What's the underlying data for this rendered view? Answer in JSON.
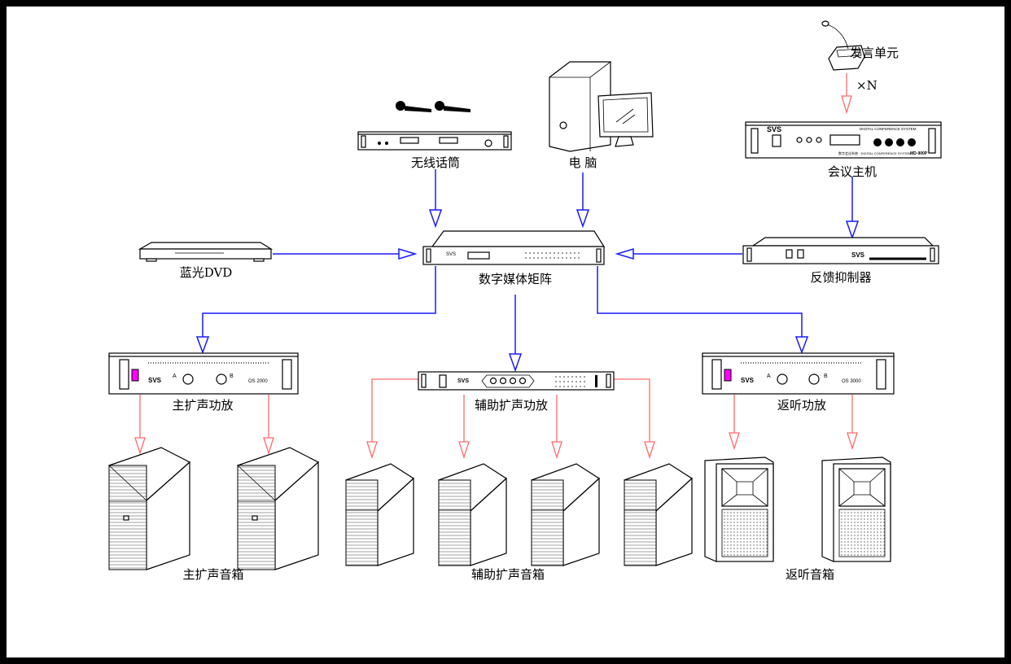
{
  "labels": {
    "speaker_unit": "发言单元",
    "multiplier": "×N",
    "wireless_mic": "无线话筒",
    "computer": "电 脑",
    "conference_host": "会议主机",
    "bluray_dvd": "蓝光DVD",
    "matrix": "数字媒体矩阵",
    "feedback_suppressor": "反馈抑制器",
    "main_amp": "主扩声功放",
    "aux_amp": "辅助扩声功放",
    "monitor_amp": "返听功放",
    "main_speakers": "主扩声音箱",
    "aux_speakers": "辅助扩声音箱",
    "monitor_speakers": "返听音箱"
  },
  "device_marks": {
    "brand": "SVS",
    "host_title": "DIGITAL CONFERENCE SYSTEM",
    "host_subtitle": "数字会议系统 · DIGITAL CONFERENCE SYSTEM",
    "host_model": "MD-900P",
    "amp_channel_a": "A",
    "amp_channel_b": "B",
    "main_amp_model": "OS 2000",
    "monitor_amp_model": "OS 3000"
  },
  "colors": {
    "signal_line": "#1a1aff",
    "speaker_line": "#ff6a6a",
    "frame": "#000000",
    "amp_indicator": "#ff00ff"
  }
}
